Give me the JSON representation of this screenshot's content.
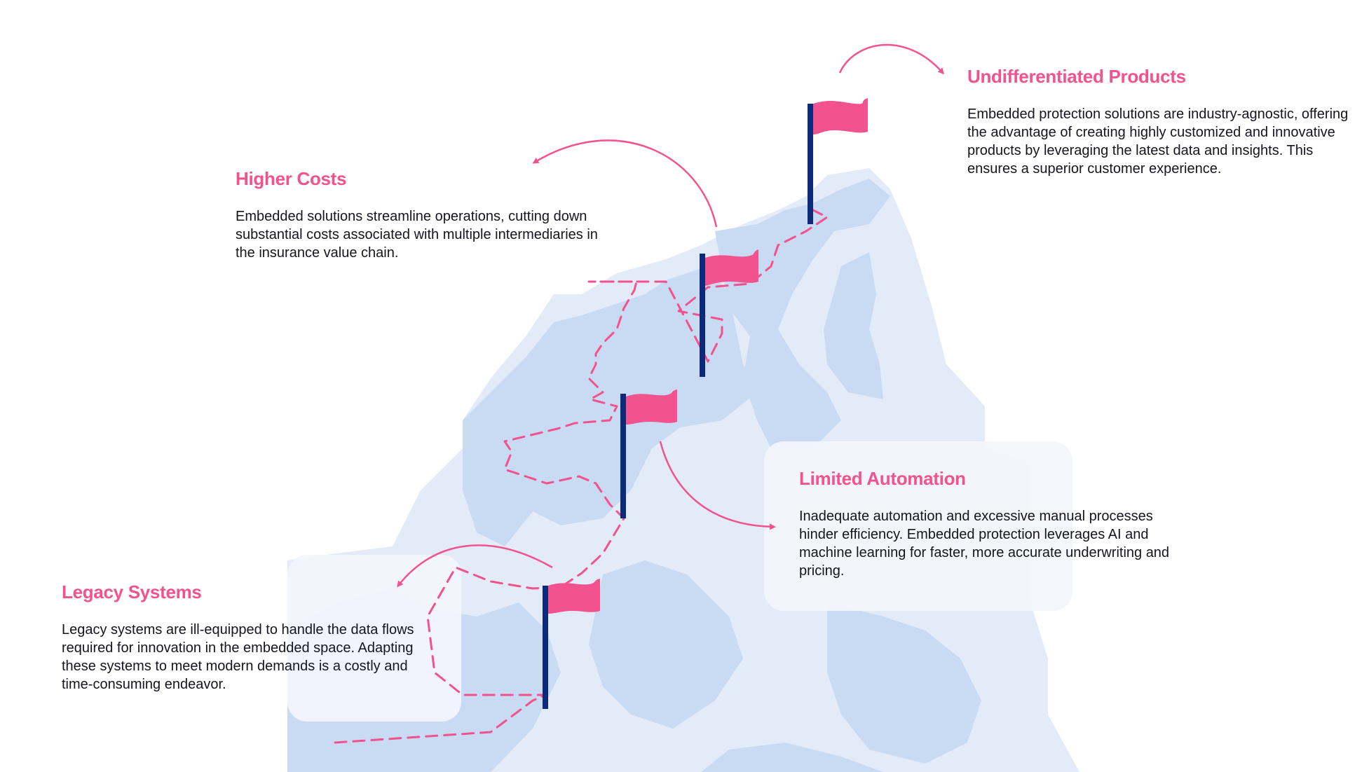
{
  "colors": {
    "accent": "#f2528e",
    "flag_pole": "#0d2a7a",
    "mountain_light": "#e3ebf8",
    "mountain_mid": "#c9daf3",
    "panel": "#f3f6fc",
    "body_text": "#15151f"
  },
  "callouts": {
    "higher_costs": {
      "title": "Higher Costs",
      "body": "Embedded solutions streamline operations, cutting down substantial costs associated with multiple intermediaries in the insurance value chain."
    },
    "undifferentiated_products": {
      "title": "Undifferentiated Products",
      "body": "Embedded protection solutions are industry-agnostic, offering the advantage of creating highly customized and innovative products by leveraging the latest data and insights. This ensures a superior customer experience."
    },
    "limited_automation": {
      "title": "Limited Automation",
      "body": "Inadequate automation and excessive manual processes hinder efficiency. Embedded protection leverages AI and machine learning for faster, more accurate underwriting and pricing."
    },
    "legacy_systems": {
      "title": "Legacy Systems",
      "body": "Legacy systems are ill-equipped to handle the data flows required for innovation in the embedded space. Adapting these systems to meet modern demands is a costly and time-consuming endeavor."
    }
  },
  "icons": [
    "flag-icon",
    "curved-arrow-icon"
  ]
}
